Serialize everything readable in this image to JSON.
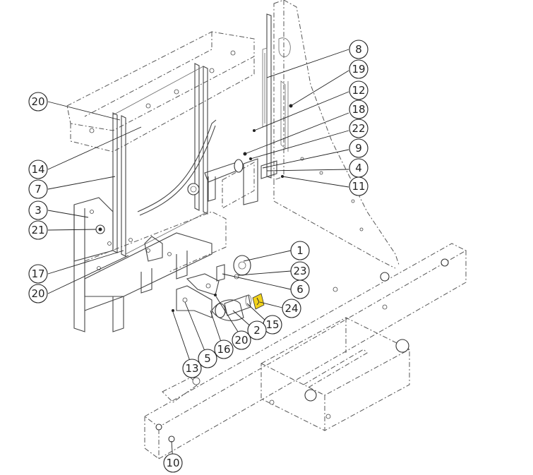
{
  "callouts": [
    {
      "id": "c8",
      "label": "8"
    },
    {
      "id": "c19",
      "label": "19"
    },
    {
      "id": "c12",
      "label": "12"
    },
    {
      "id": "c18",
      "label": "18"
    },
    {
      "id": "c22",
      "label": "22"
    },
    {
      "id": "c9",
      "label": "9"
    },
    {
      "id": "c4",
      "label": "4"
    },
    {
      "id": "c11",
      "label": "11"
    },
    {
      "id": "c20a",
      "label": "20"
    },
    {
      "id": "c14",
      "label": "14"
    },
    {
      "id": "c7",
      "label": "7"
    },
    {
      "id": "c3",
      "label": "3"
    },
    {
      "id": "c21",
      "label": "21"
    },
    {
      "id": "c17",
      "label": "17"
    },
    {
      "id": "c20b",
      "label": "20"
    },
    {
      "id": "c1",
      "label": "1"
    },
    {
      "id": "c23",
      "label": "23"
    },
    {
      "id": "c6",
      "label": "6"
    },
    {
      "id": "c24",
      "label": "24"
    },
    {
      "id": "c15",
      "label": "15"
    },
    {
      "id": "c2",
      "label": "2"
    },
    {
      "id": "c20c",
      "label": "20"
    },
    {
      "id": "c16",
      "label": "16"
    },
    {
      "id": "c5",
      "label": "5"
    },
    {
      "id": "c13",
      "label": "13"
    },
    {
      "id": "c10",
      "label": "10"
    }
  ],
  "colors": {
    "line": "#444444",
    "highlight": "#f2d21b"
  }
}
